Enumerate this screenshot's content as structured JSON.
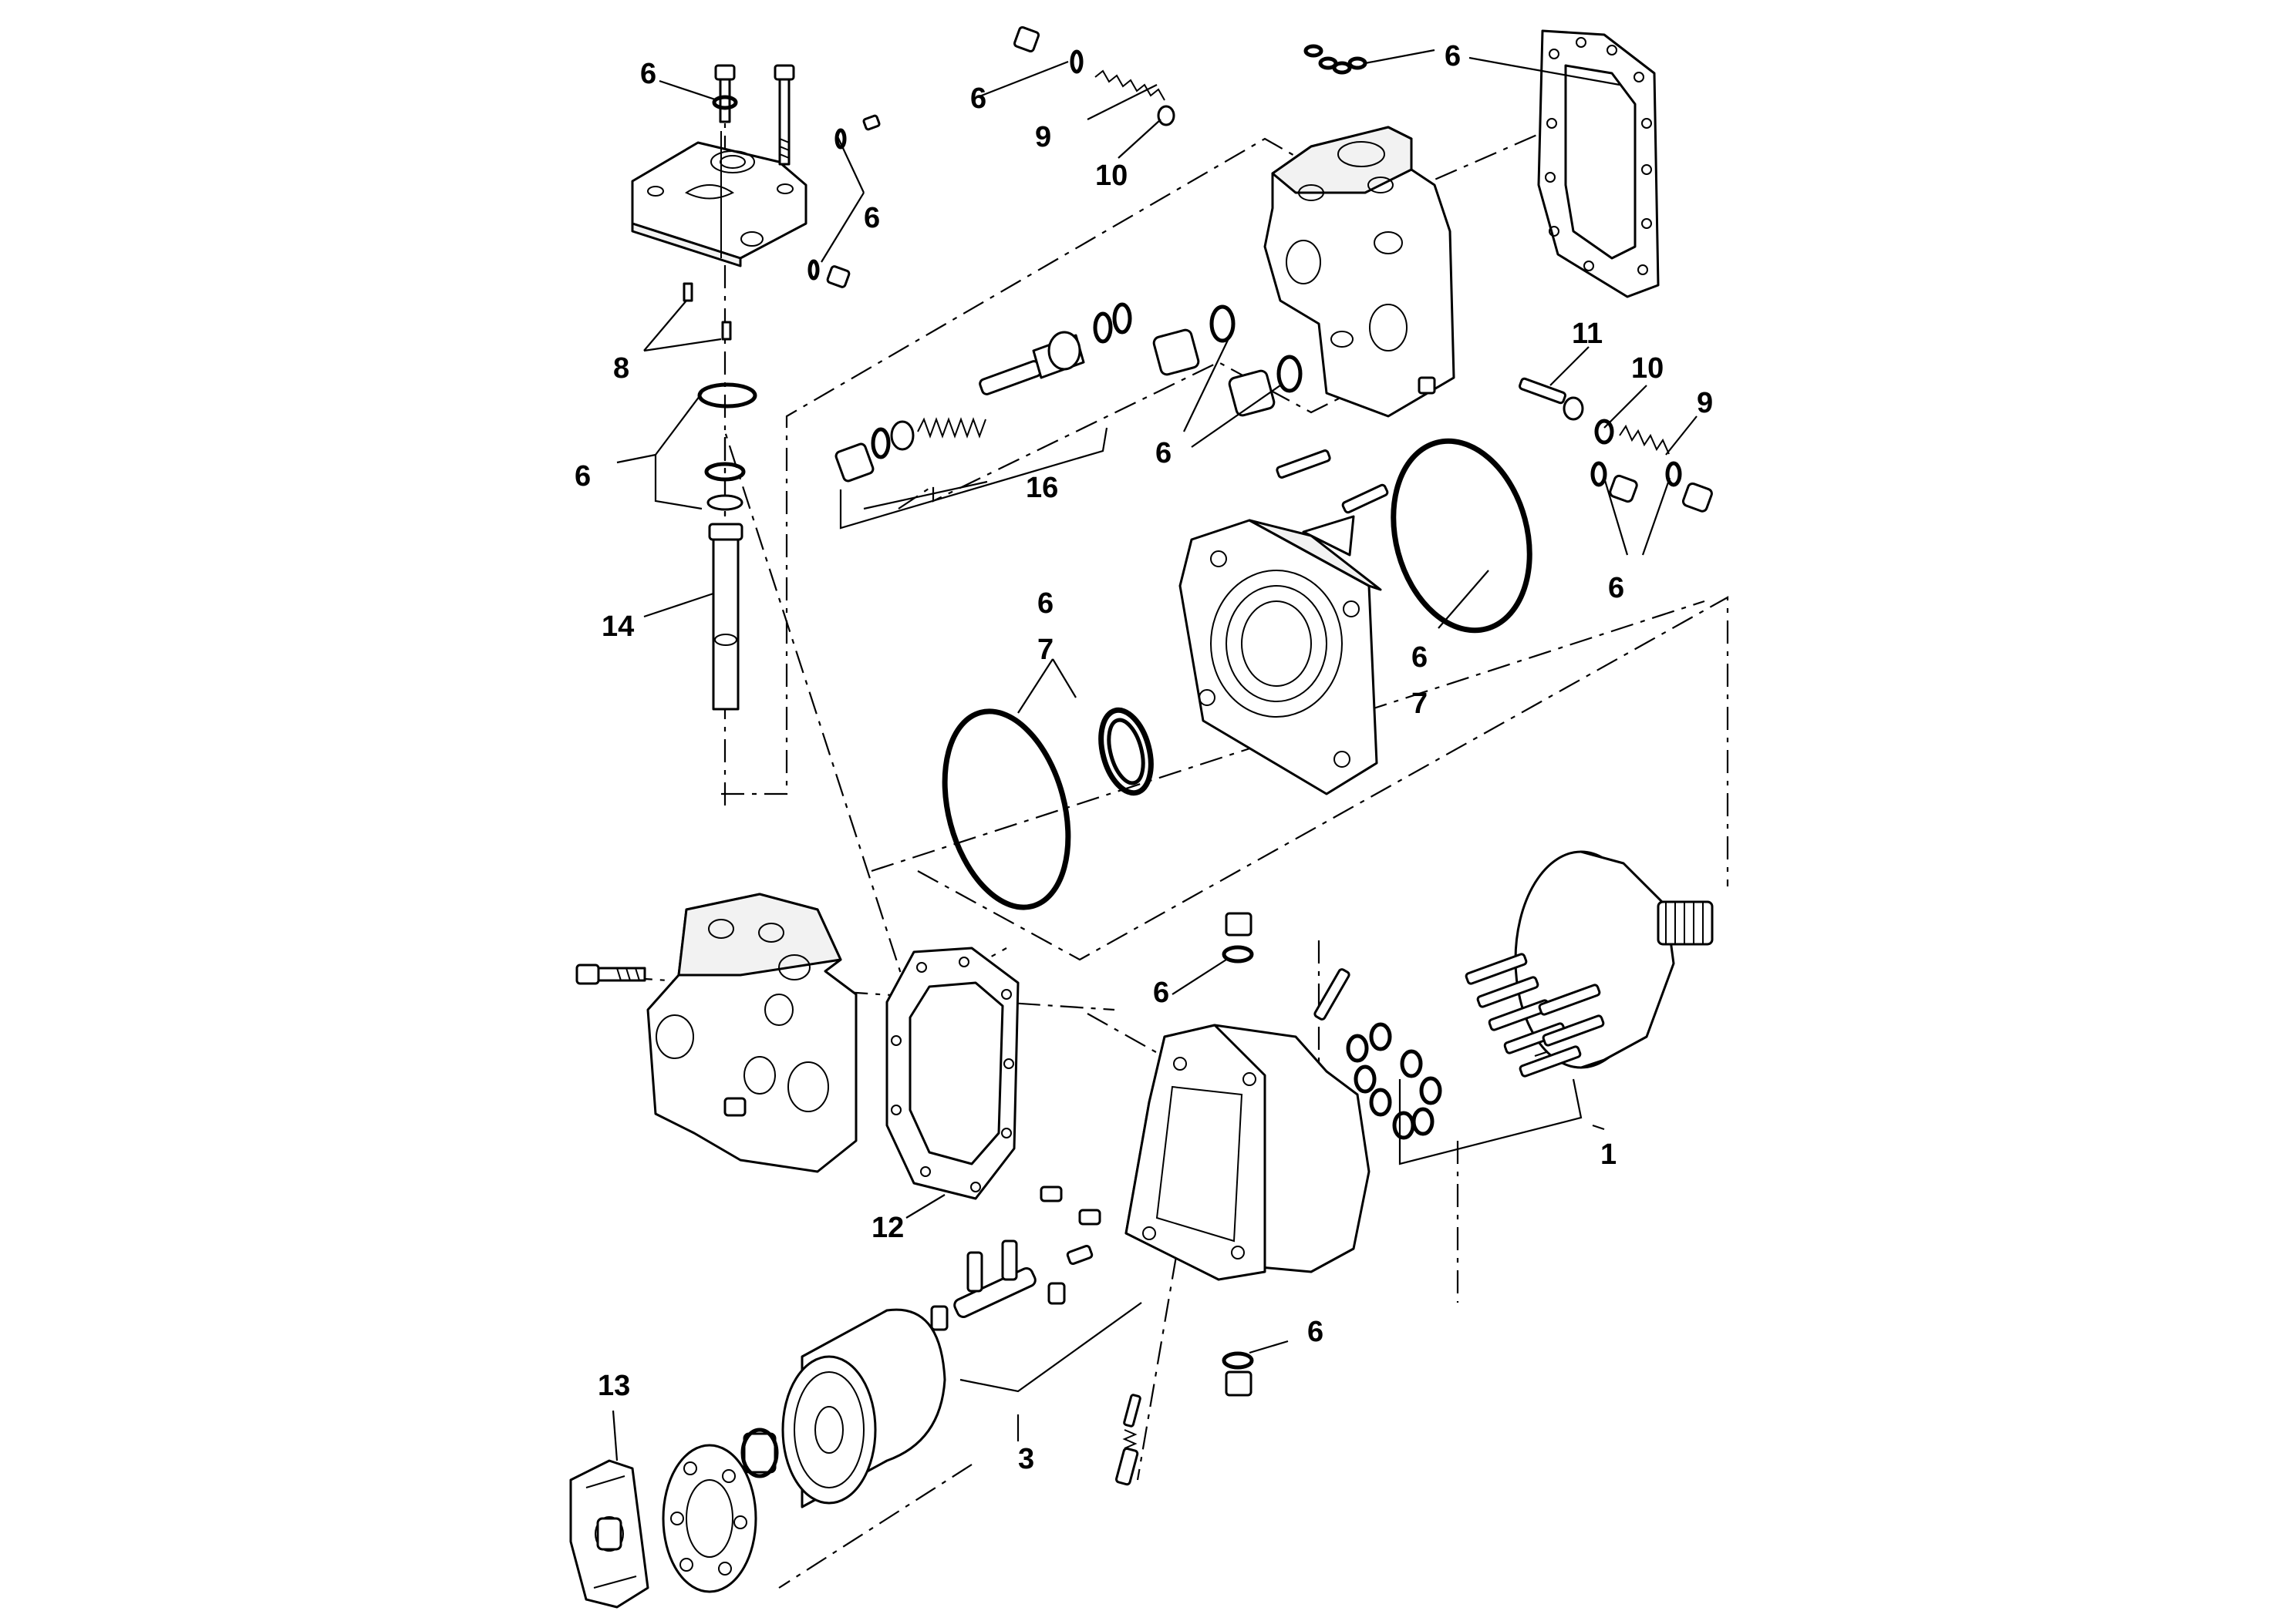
{
  "diagram": {
    "callouts": {
      "c1": "1",
      "c3": "3",
      "c6": "6",
      "c7": "7",
      "c8": "8",
      "c9": "9",
      "c10": "10",
      "c11": "11",
      "c12": "12",
      "c13": "13",
      "c14": "14",
      "c16": "16"
    }
  }
}
